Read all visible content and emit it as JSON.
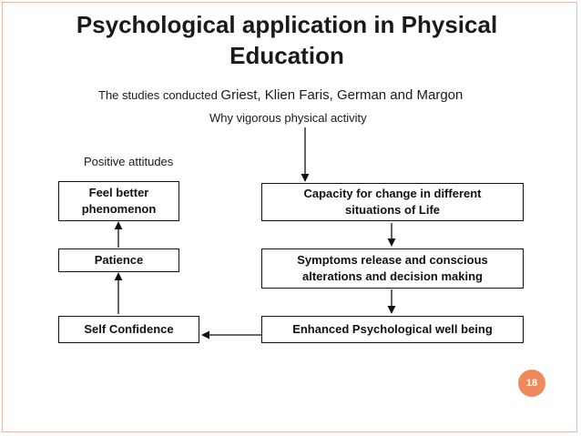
{
  "slide": {
    "title_line1": "Psychological application in Physical",
    "title_line2": "Education",
    "subtitle_prefix": "The studies conducted ",
    "subtitle_names": "Griest, Klien Faris, German and Margon",
    "question": "Why vigorous physical activity",
    "left_heading": "Positive attitudes",
    "page_number": "18"
  },
  "boxes": {
    "feel_better": "Feel better phenomenon",
    "patience": "Patience",
    "self_confidence": "Self Confidence",
    "capacity": "Capacity for change in different situations of Life",
    "symptoms": "Symptoms release and conscious alterations and decision making",
    "wellbeing": "Enhanced Psychological well being"
  },
  "colors": {
    "frame_border": "#e8b8a8",
    "badge_fill": "#f08a5d"
  }
}
